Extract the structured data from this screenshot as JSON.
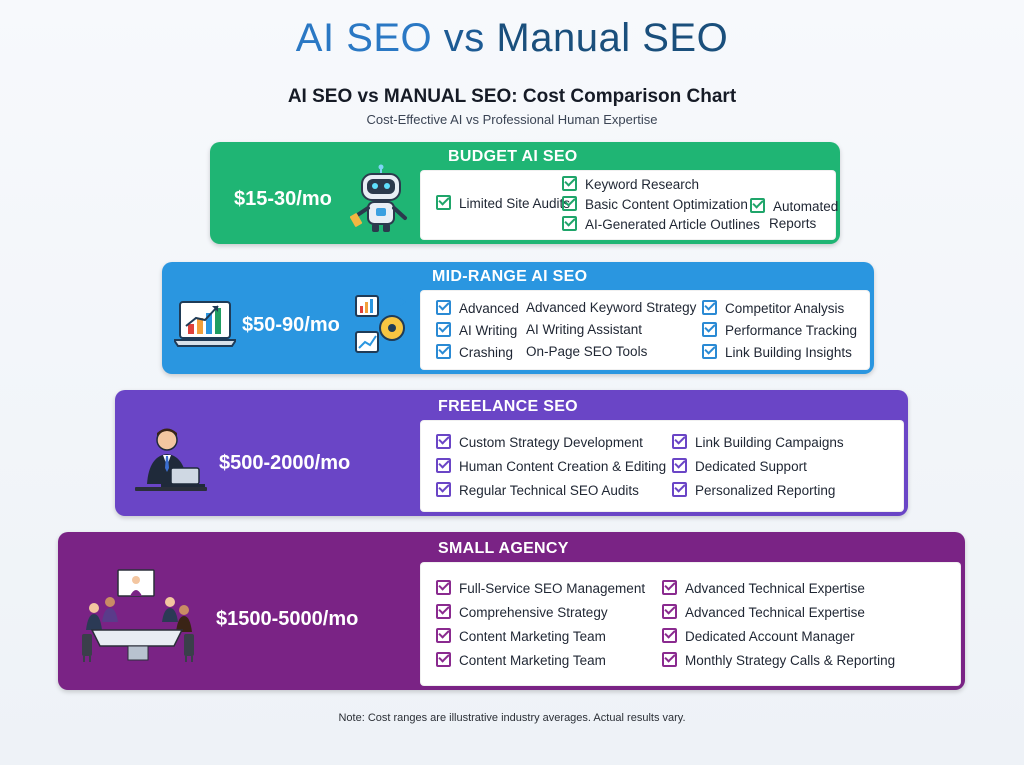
{
  "header": {
    "title_part1": "AI SEO",
    "title_part2": "vs",
    "title_part3": "Manual SEO",
    "subtitle": "AI SEO vs MANUAL SEO: Cost Comparison Chart",
    "tagline": "Cost-Effective AI vs Professional Human Expertise"
  },
  "colors": {
    "budget": "#1fb574",
    "midrange": "#2a96e0",
    "freelance": "#6a45c6",
    "agency": "#7a2385",
    "check_green": "#1fa56a",
    "check_blue": "#2a8ad4",
    "check_purple": "#6a45c6",
    "check_magenta": "#8a2a8f"
  },
  "tiers": [
    {
      "title": "BUDGET AI SEO",
      "price": "$15-30/mo",
      "icon": "robot-icon",
      "features": [
        "Limited Site Audits",
        "Keyword Research",
        "Basic Content Optimization",
        "AI-Generated Article Outlines",
        "Automated",
        "Reports"
      ]
    },
    {
      "title": "MID-RANGE AI SEO",
      "price": "$50-90/mo",
      "icon": "analytics-laptop-icon",
      "features": [
        "Advanced",
        "AI Writing",
        "Crashing",
        "Advanced Keyword Strategy",
        "AI Writing Assistant",
        "On-Page SEO Tools",
        "Competitor Analysis",
        "Performance Tracking",
        "Link Building Insights"
      ]
    },
    {
      "title": "FREELANCE SEO",
      "price": "$500-2000/mo",
      "icon": "freelancer-icon",
      "features": [
        "Custom Strategy Development",
        "Human Content Creation & Editing",
        "Regular Technical SEO Audits",
        "Link Building Campaigns",
        "Dedicated Support",
        "Personalized Reporting"
      ]
    },
    {
      "title": "SMALL AGENCY",
      "price": "$1500-5000/mo",
      "icon": "team-meeting-icon",
      "features": [
        "Full-Service SEO Management",
        "Comprehensive Strategy",
        "Content Marketing Team",
        "Content Marketing Team",
        "Advanced Technical Expertise",
        "Advanced Technical Expertise",
        "Dedicated Account Manager",
        "Monthly Strategy Calls & Reporting"
      ]
    }
  ],
  "note": "Note: Cost ranges are illustrative industry averages. Actual results vary."
}
